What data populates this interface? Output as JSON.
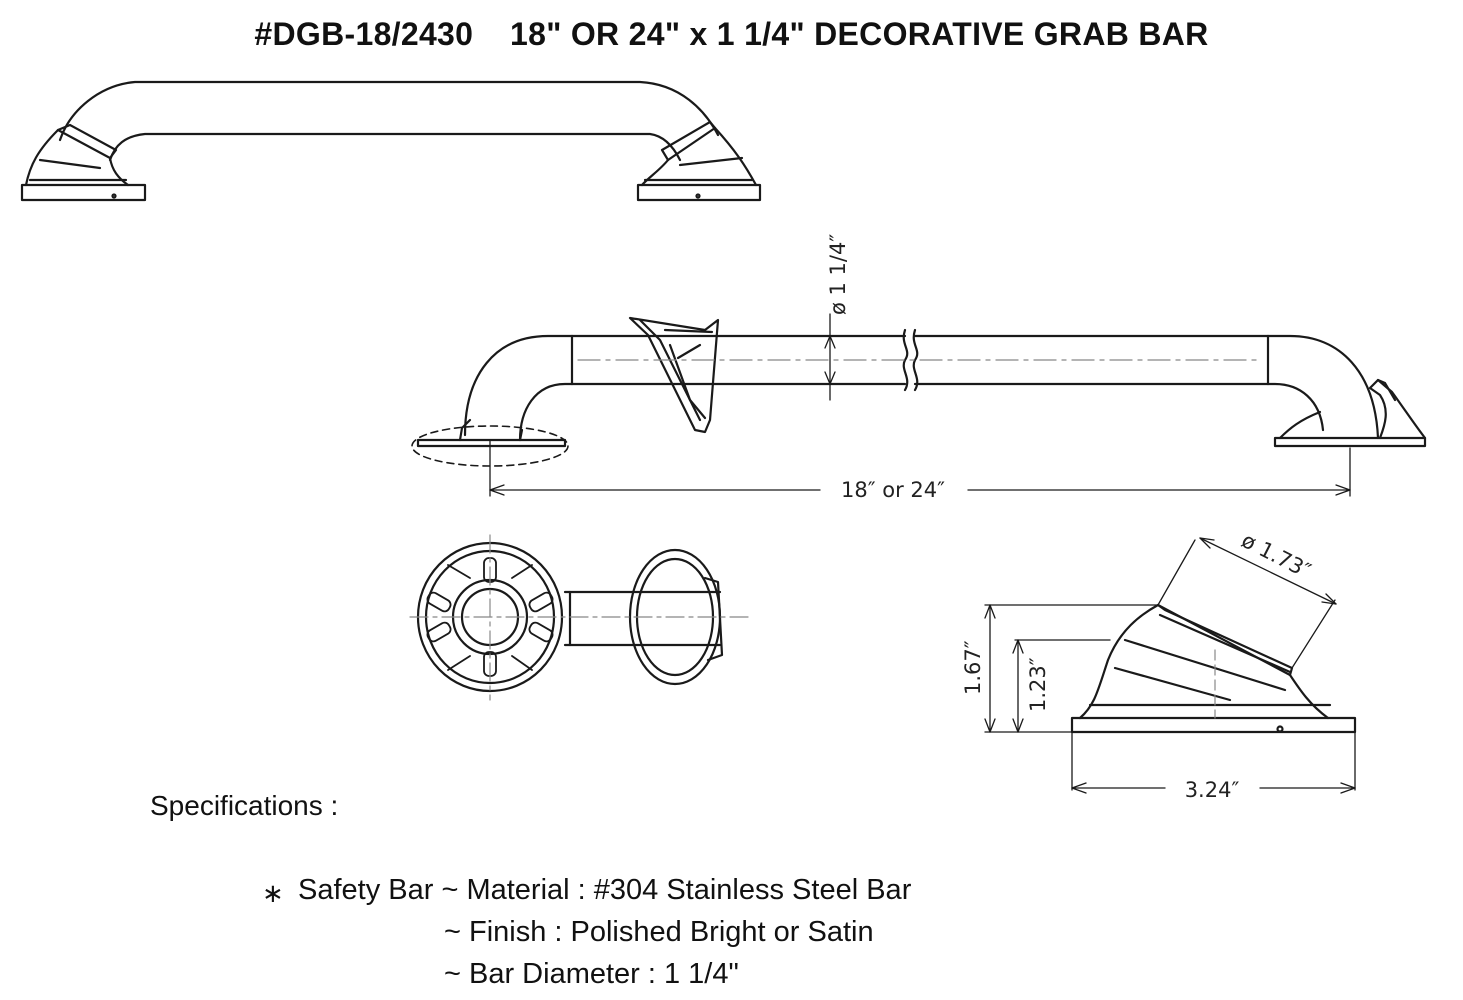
{
  "title": "#DGB-18/2430    18\" OR 24\" x 1 1/4\" DECORATIVE GRAB BAR",
  "dimensions": {
    "bar_diameter": "ø 1 1/4″",
    "length": "18″ or 24″",
    "flange_diameter": "ø 1.73″",
    "flange_height_total": "1.67″",
    "flange_height_inner": "1.23″",
    "flange_base_width": "3.24″"
  },
  "specifications": {
    "heading": "Specifications :",
    "bullet": "∗",
    "line1": "Safety Bar ~ Material : #304 Stainless Steel Bar",
    "line2": "~ Finish : Polished Bright or Satin",
    "line3": "~ Bar Diameter : 1 1/4\""
  },
  "colors": {
    "line": "#1a1a1a",
    "center_line": "#888888",
    "background": "#ffffff"
  }
}
